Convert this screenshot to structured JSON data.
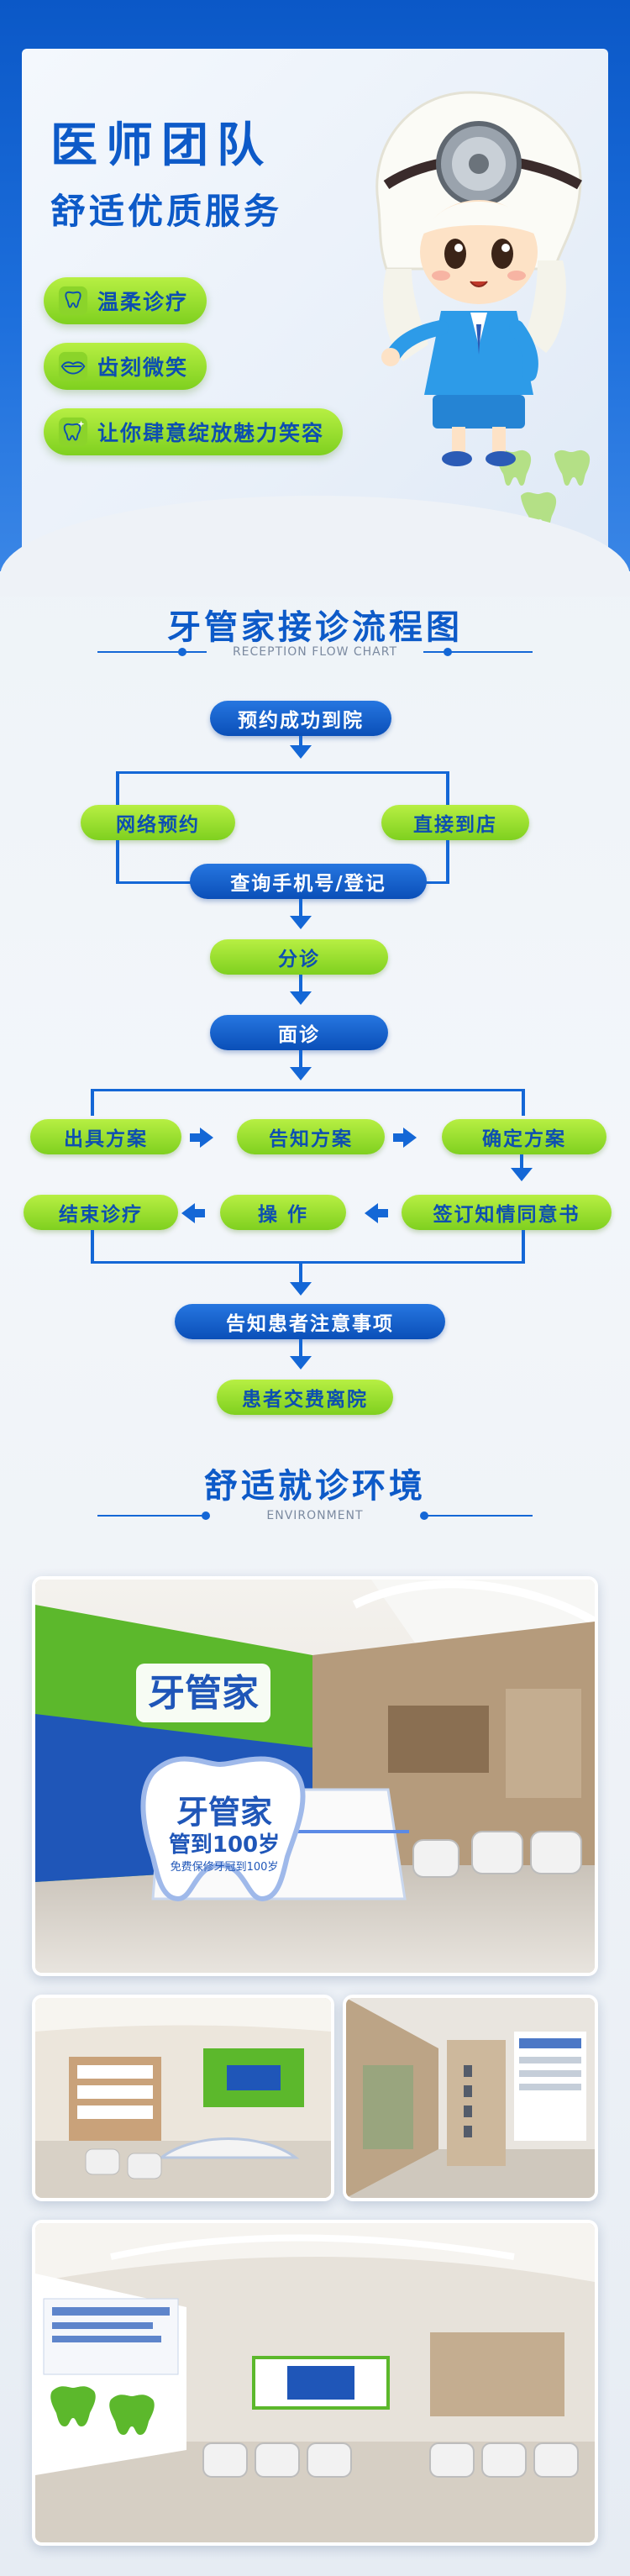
{
  "hero": {
    "title": "医师团队",
    "subtitle": "舒适优质服务",
    "features": [
      {
        "label": "温柔诊疗",
        "icon": "tooth-hand-icon"
      },
      {
        "label": "齿刻微笑",
        "icon": "smile-lips-icon"
      },
      {
        "label": "让你肆意绽放魅力笑容",
        "icon": "tooth-sparkle-icon"
      }
    ]
  },
  "flow": {
    "title": "牙管家接诊流程图",
    "subtitle": "RECEPTION FLOW CHART",
    "nodes": {
      "booking_success": "预约成功到院",
      "online_booking": "网络预约",
      "walk_in": "直接到店",
      "register": "查询手机号/登记",
      "triage": "分诊",
      "consult": "面诊",
      "issue_plan": "出具方案",
      "inform_plan": "告知方案",
      "confirm_plan": "确定方案",
      "end_treatment": "结束诊疗",
      "operate": "操    作",
      "sign_consent": "签订知情同意书",
      "notice": "告知患者注意事项",
      "checkout": "患者交费离院"
    }
  },
  "environment": {
    "title": "舒适就诊环境",
    "subtitle": "ENVIRONMENT",
    "reception": {
      "brand_wall": "牙管家",
      "desk_brand": "牙管家",
      "desk_slogan": "管到100岁",
      "desk_tagline": "免费保修牙冠到100岁"
    }
  },
  "colors": {
    "primary_blue": "#0d5ac8",
    "accent_green": "#8fd82a"
  }
}
